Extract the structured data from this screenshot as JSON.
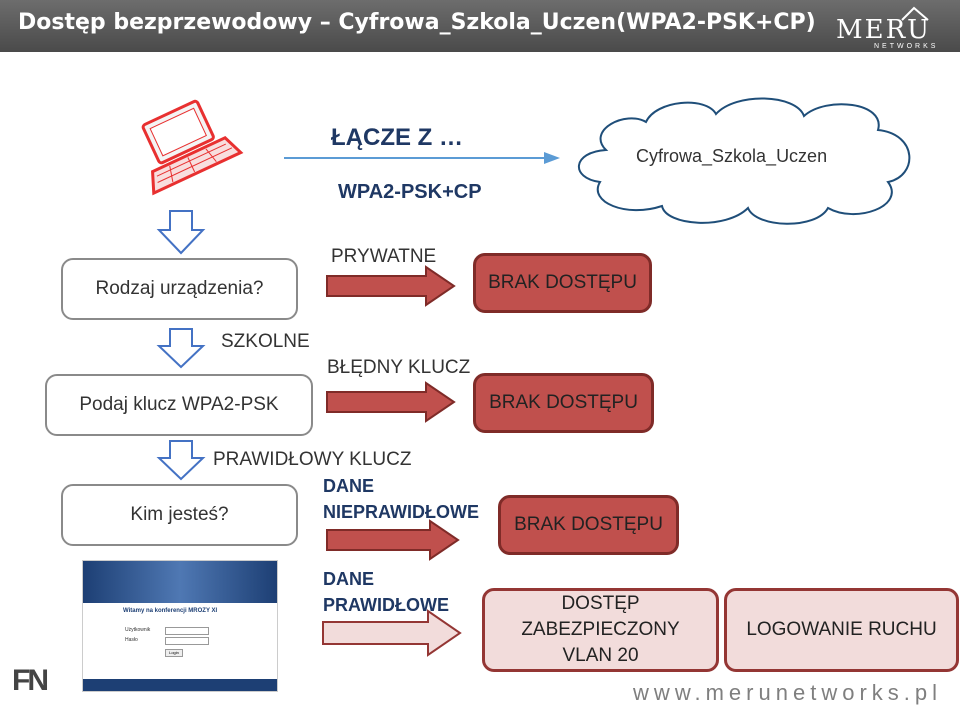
{
  "title": "Dostęp bezprzewodowy – Cyfrowa_Szkola_Uczen(WPA2-PSK+CP)",
  "logo": {
    "brand": "MERU",
    "tagline": "NETWORKS"
  },
  "connect": {
    "label": "ŁĄCZE Z …",
    "security": "WPA2-PSK+CP",
    "network": "Cyfrowa_Szkola_Uczen"
  },
  "steps": {
    "device_type": "Rodzaj urządzenia?",
    "enter_key": "Podaj klucz WPA2-PSK",
    "who_are_you": "Kim jesteś?"
  },
  "branches": {
    "private": "PRYWATNE",
    "school": "SZKOLNE",
    "wrong_key": "BŁĘDNY KLUCZ",
    "correct_key": "PRAWIDŁOWY KLUCZ",
    "bad_data_1": "DANE",
    "bad_data_2": "NIEPRAWIDŁOWE",
    "good_data_1": "DANE",
    "good_data_2": "PRAWIDŁOWE"
  },
  "results": {
    "no_access_1": "BRAK DOSTĘPU",
    "no_access_2": "BRAK DOSTĘPU",
    "no_access_3": "BRAK DOSTĘPU",
    "secure_1": "DOSTĘP",
    "secure_2": "ZABEZPIECZONY",
    "secure_3": "VLAN 20",
    "logging": "LOGOWANIE RUCHU"
  },
  "login_page": {
    "welcome": "Witamy na konferencji MROZY XI",
    "user_label": "Użytkownik",
    "pass_label": "Hasło",
    "login_button": "Login"
  },
  "corner_logo": "FN",
  "footer": "www.merunetworks.pl",
  "colors": {
    "titlebar": "#555555",
    "red_box": "#c0504d",
    "pink_box": "#f2dcdb",
    "arrow": "#c0504d",
    "down_arrow": "#ffffff"
  }
}
